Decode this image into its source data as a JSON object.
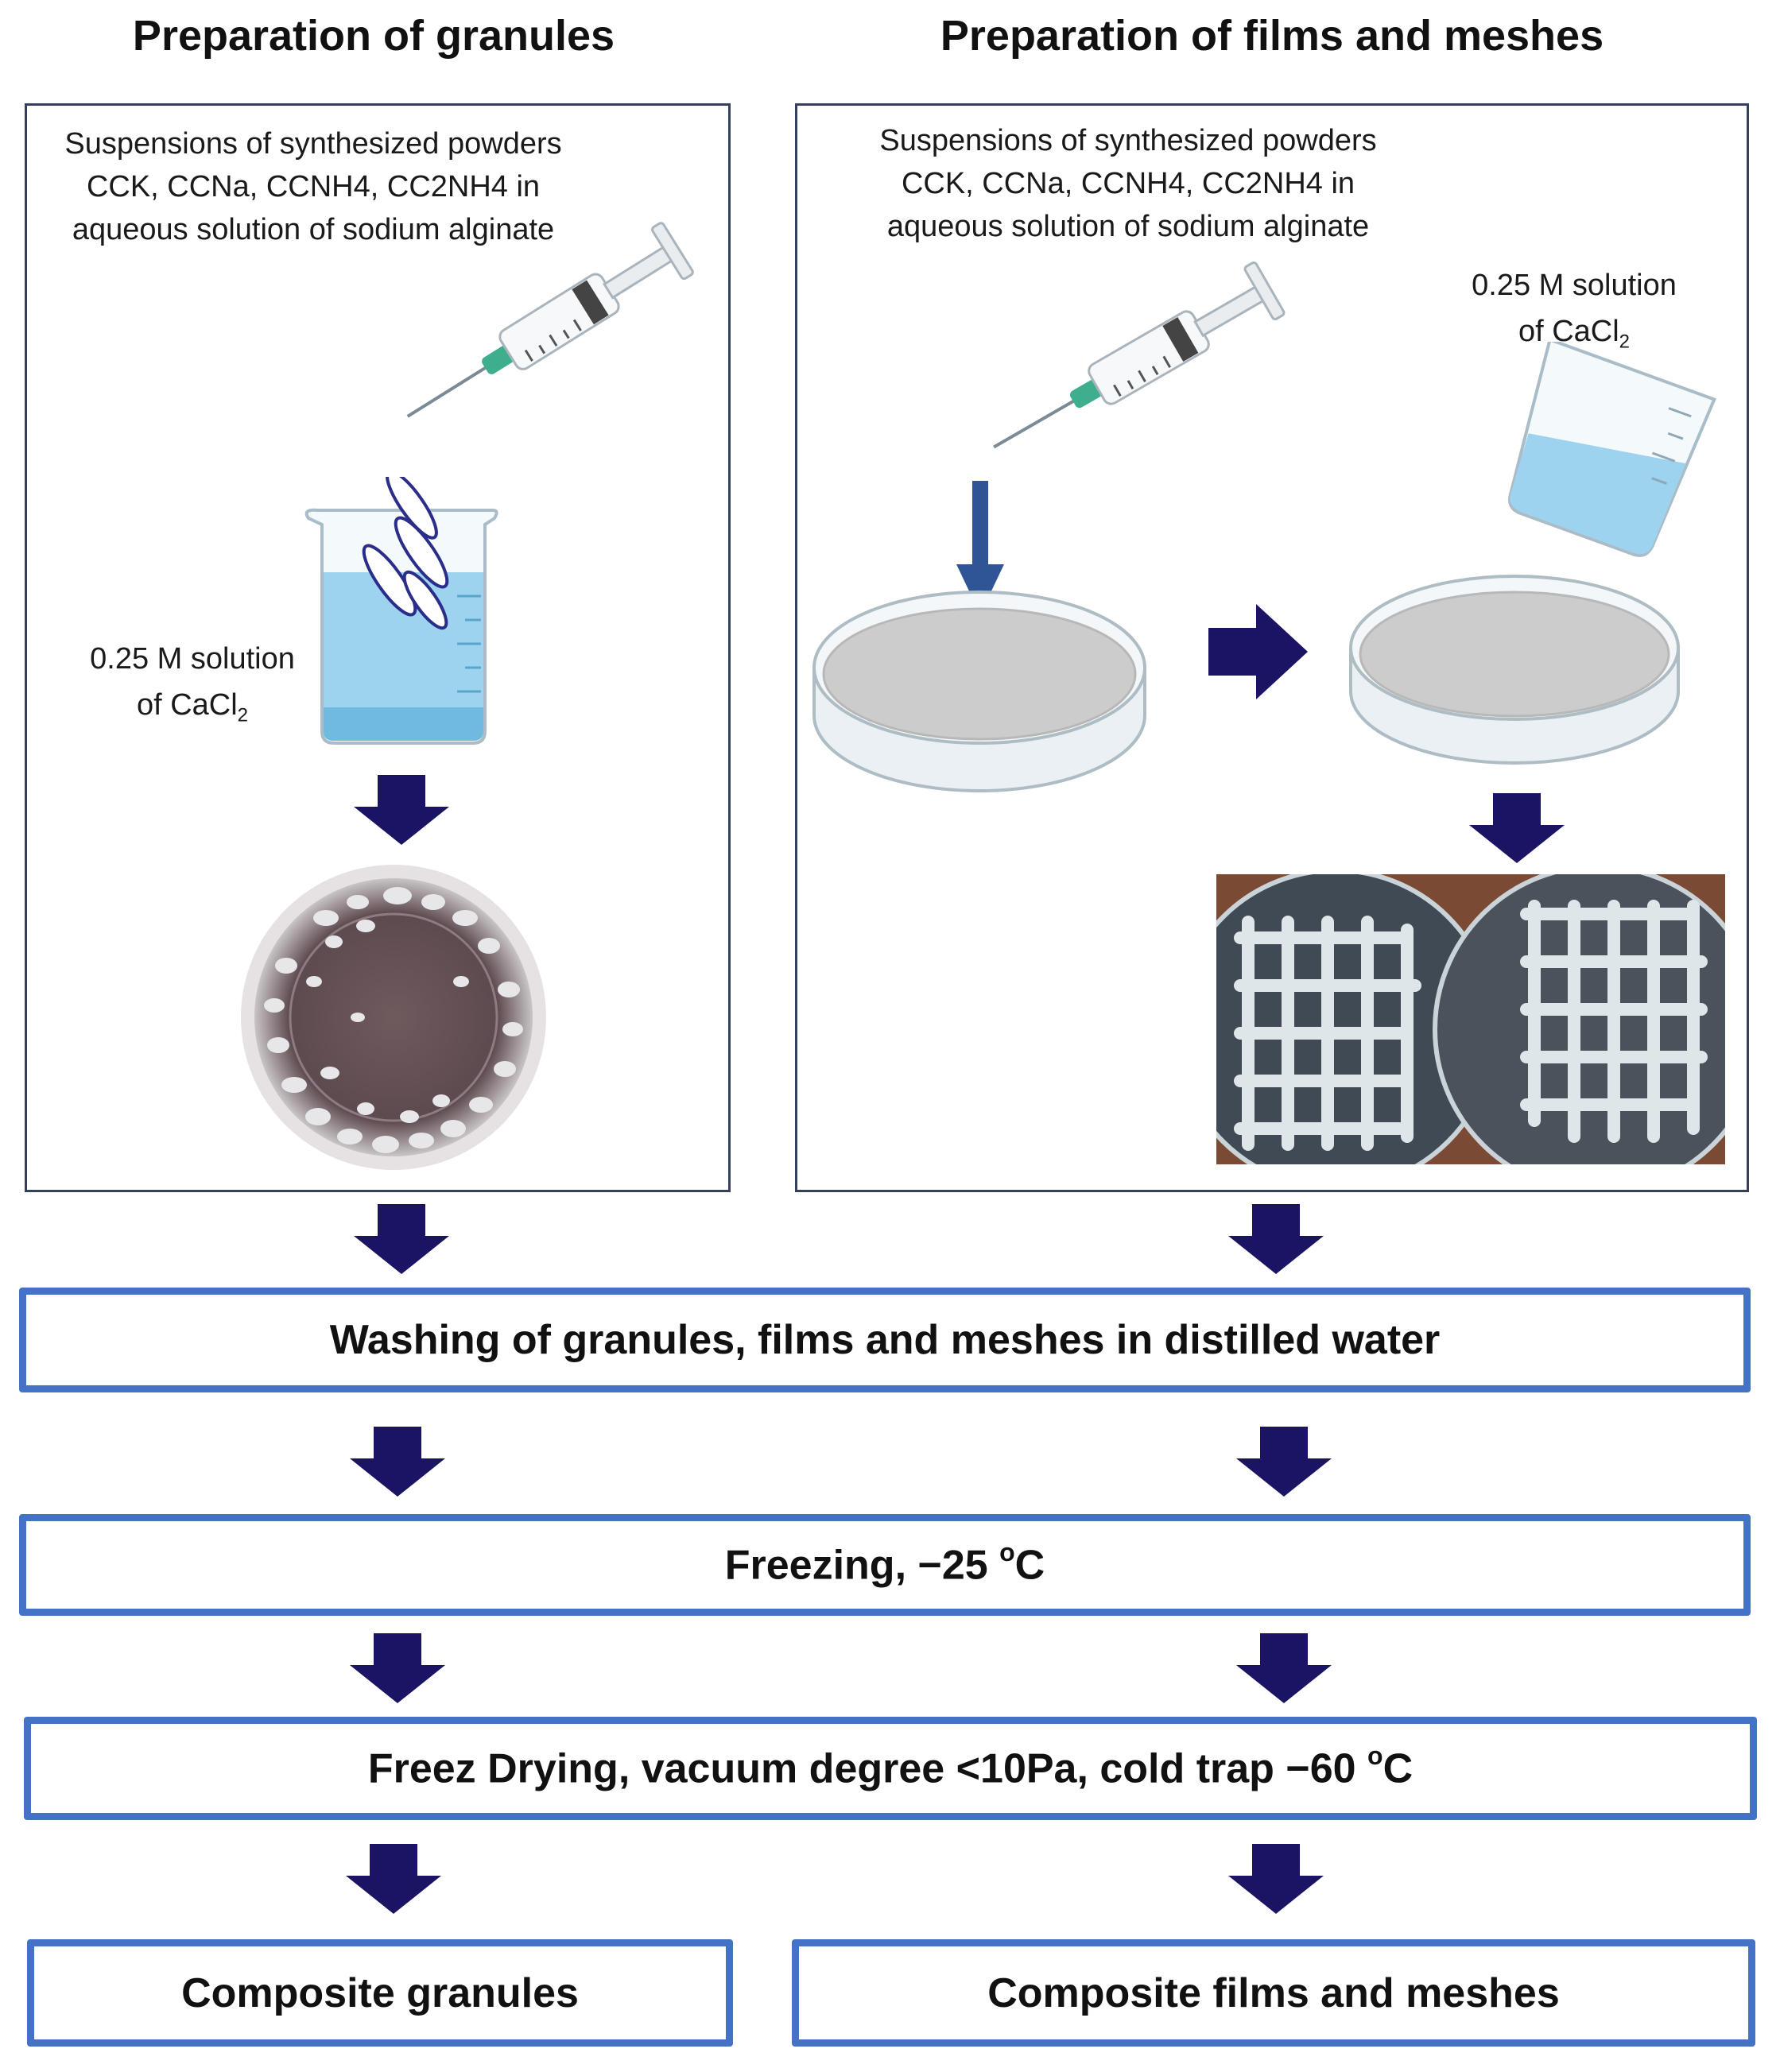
{
  "headings": {
    "left": "Preparation of granules",
    "right": "Preparation of films and meshes"
  },
  "left_panel": {
    "suspension_lines": [
      "Suspensions of synthesized powders",
      "CCK, CCNa, CCNH4, CC2NH4 in",
      "aqueous solution of sodium alginate"
    ],
    "solution_line1": "0.25 M solution",
    "solution_line2_prefix": "of  CaCl",
    "solution_line2_sub": "2"
  },
  "right_panel": {
    "suspension_lines": [
      "Suspensions of synthesized powders",
      "CCK, CCNa, CCNH4, CC2NH4 in",
      "aqueous solution of sodium alginate"
    ],
    "solution_line1": "0.25 M solution",
    "solution_line2_prefix": "of  CaCl",
    "solution_line2_sub": "2"
  },
  "steps": {
    "washing": "Washing of granules, films and meshes in distilled water",
    "freezing_text": "Freezing, −25 ",
    "freezing_sup": "o",
    "freezing_unit": "C",
    "drying_text": "Freez Drying, vacuum degree <10Pa, cold trap −60 ",
    "drying_sup": "o",
    "drying_unit": "C",
    "result_left": "Composite granules",
    "result_right": "Composite films and meshes"
  },
  "colors": {
    "arrow": "#1b1464",
    "step_border": "#4472c4",
    "panel_border": "#34405e",
    "liquid": "#9dd3ee",
    "dish_fill": "#cccccc",
    "needle_arrow": "#2f5596"
  },
  "icons": [
    "syringe-icon",
    "beaker-icon",
    "petri-dish-icon",
    "arrow-down-icon",
    "arrow-right-icon"
  ]
}
